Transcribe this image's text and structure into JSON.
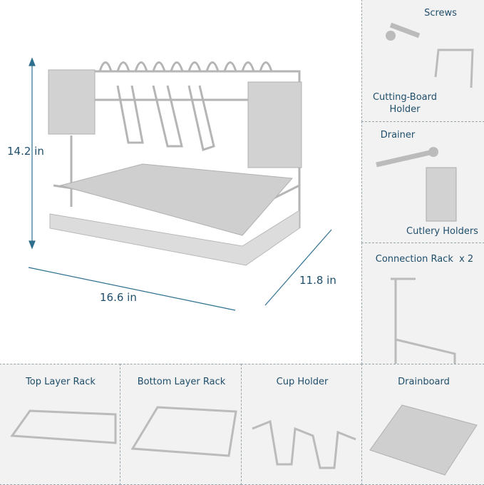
{
  "dimensions": {
    "height": "14.2 in",
    "width": "16.6 in",
    "depth": "11.8 in"
  },
  "parts": {
    "screws": "Screws",
    "cutting_board_holder": "Cutting-Board Holder",
    "drainer": "Drainer",
    "cutlery_holders": "Cutlery Holders",
    "connection_rack": "Connection Rack  x 2",
    "top_layer_rack": "Top Layer Rack",
    "bottom_layer_rack": "Bottom Layer Rack",
    "cup_holder": "Cup Holder",
    "drainboard": "Drainboard"
  },
  "colors": {
    "text": "#1f4e6b",
    "panel": "#f2f2f2",
    "product": "#c8c8c8",
    "arrow": "#2e6f8e"
  }
}
